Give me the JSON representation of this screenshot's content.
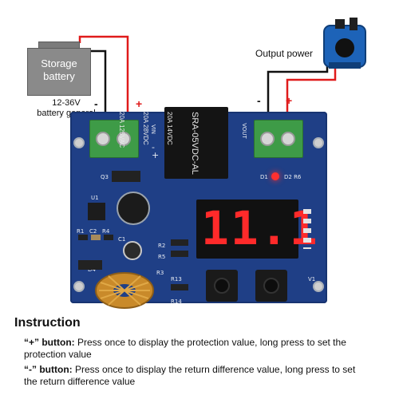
{
  "diagram": {
    "battery": {
      "label_line1": "Storage",
      "label_line2": "battery",
      "caption_line1": "12-36V",
      "caption_line2": "battery general"
    },
    "pump": {
      "label": "Output power"
    },
    "polarity": {
      "minus": "-",
      "plus": "+"
    },
    "board": {
      "relay_lines": [
        "SRA-05VDC-AL",
        "20A 14VDC",
        "20A 28VDC",
        "20A 125VAC"
      ],
      "display_value": "11.1",
      "labels": {
        "vin": "VIN",
        "vout": "VOUT",
        "plus": "+",
        "minus": "-",
        "q3": "Q3",
        "u1": "U1",
        "r1": "R1",
        "c2": "C2",
        "r4": "R4",
        "c1": "C1",
        "r2": "R2",
        "r3": "R3",
        "r13": "R13",
        "r14": "R14",
        "r5": "R5",
        "d1": "D1",
        "d2": "D2 R6",
        "d4": "D4",
        "v1": "V1"
      }
    }
  },
  "instruction": {
    "title": "Instruction",
    "plus_key": "“+” button:",
    "plus_text": "Press once to display the protection value, long press to set the",
    "plus_text2": "protection value",
    "minus_key": "“-” button:",
    "minus_text": "Press once to display the return difference value, long press to set",
    "minus_text2": "the return difference value"
  },
  "colors": {
    "board": "#1f3f86",
    "terminal": "#3e9b47",
    "segment": "#ff2a2a",
    "wire_red": "#e01b1b",
    "wire_black": "#111111",
    "pump": "#1d63b8"
  }
}
